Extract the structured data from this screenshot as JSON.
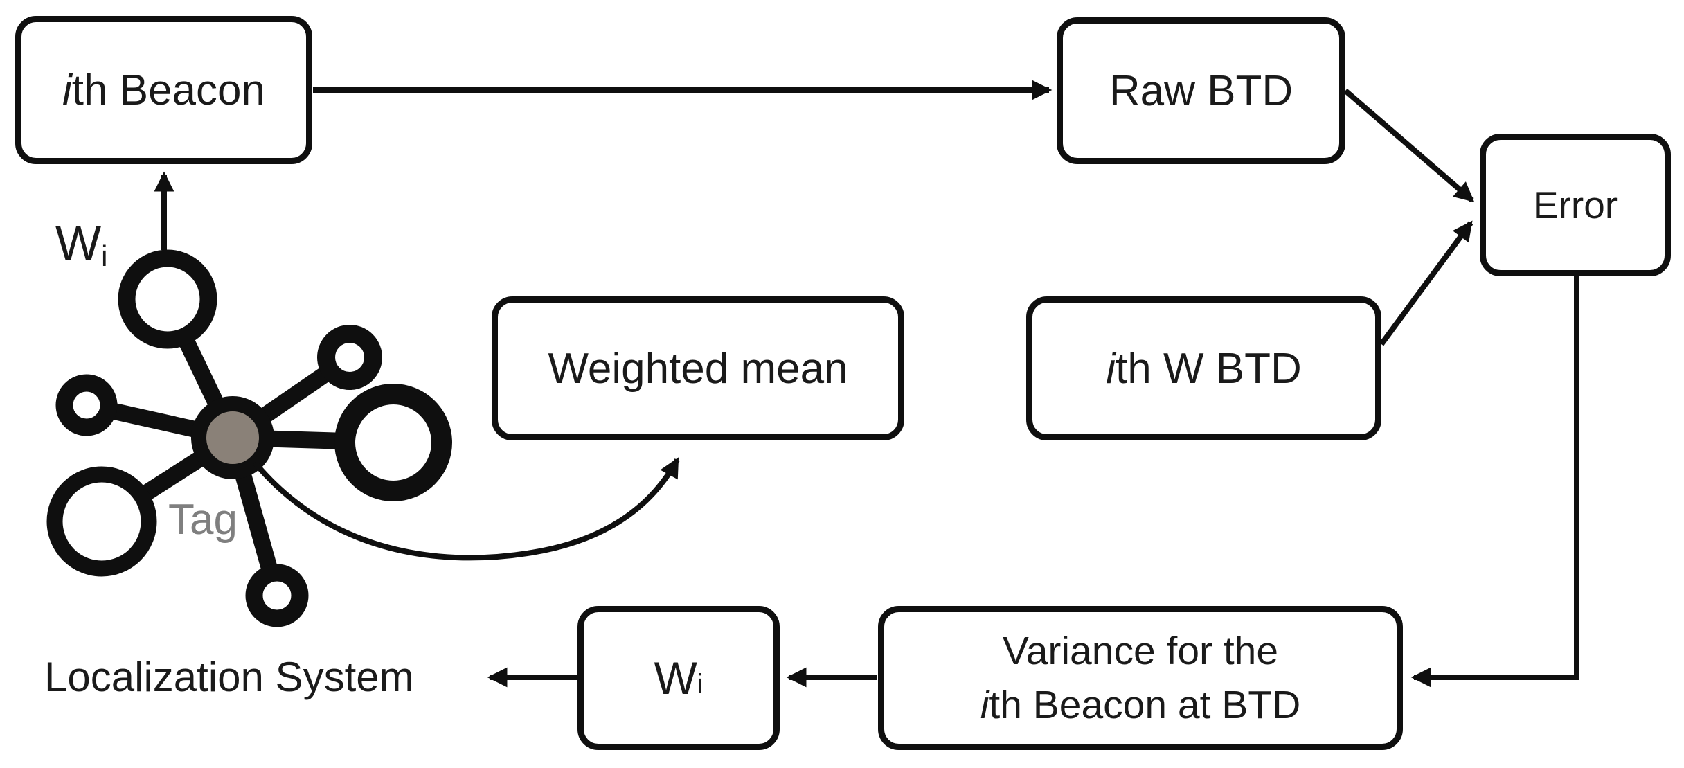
{
  "diagram": {
    "title_hint": "Weighted BTD localization flow diagram",
    "colors": {
      "background": "#ffffff",
      "line": "#0f0f0f",
      "text": "#1a1a1a",
      "tag_center_fill": "#8a8178",
      "tag_label": "#7f7f7f"
    },
    "nodes": {
      "ith_beacon": {
        "italic": "i",
        "rest": "th Beacon"
      },
      "raw_btd": {
        "label": "Raw BTD"
      },
      "error": {
        "label": "Error"
      },
      "weighted_mean": {
        "label": "Weighted mean"
      },
      "ith_w_btd": {
        "italic": "i",
        "rest": "th W BTD"
      },
      "wi_box": {
        "main": "W",
        "sub": "i"
      },
      "variance": {
        "line1": "Variance for the",
        "line2_italic": "i",
        "line2_rest": "th Beacon at BTD"
      }
    },
    "labels": {
      "localization_system": "Localization System",
      "tag": "Tag",
      "weight": {
        "main": "W",
        "sub": "i"
      }
    }
  }
}
